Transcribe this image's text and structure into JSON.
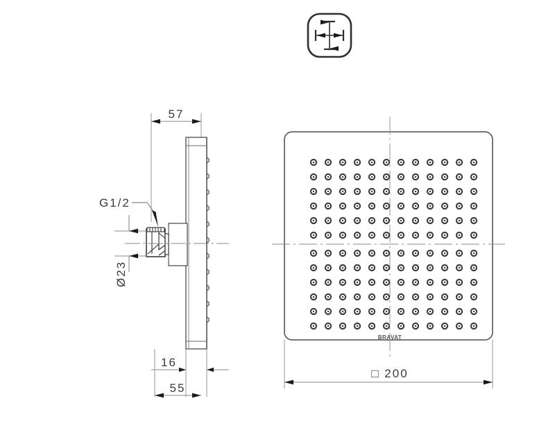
{
  "drawing": {
    "title": "Square Rain Shower Head Technical Drawing",
    "line_color": "#4a4a4a",
    "dim_line_color": "#777777",
    "text_color": "#3a3a3a",
    "center_line_color": "#888888",
    "nozzle_color": "#3d3d3d",
    "background": "#ffffff"
  },
  "icon_view": {
    "name": "square-crosshair-icon",
    "shape": "rounded-square-with-crosshair-arrows"
  },
  "side_view": {
    "name": "side-section-view",
    "dimensions": {
      "depth_total": "57",
      "thread_label": "G1/2",
      "thread_diameter": "Ø23",
      "offset_small": "16",
      "offset_large": "55"
    }
  },
  "face_view": {
    "name": "front-face-view",
    "dimension_label": "□ 200",
    "dimension_value": "200",
    "square_symbol": "□",
    "brand_logo": "BRAVAT",
    "nozzle_grid": {
      "columns": 12,
      "rows": 12,
      "total": 144
    }
  },
  "labels": {
    "depth": "57",
    "thread": "G1/2",
    "bore": "Ø23",
    "inset": "16",
    "body_depth": "55",
    "width": "□ 200"
  }
}
